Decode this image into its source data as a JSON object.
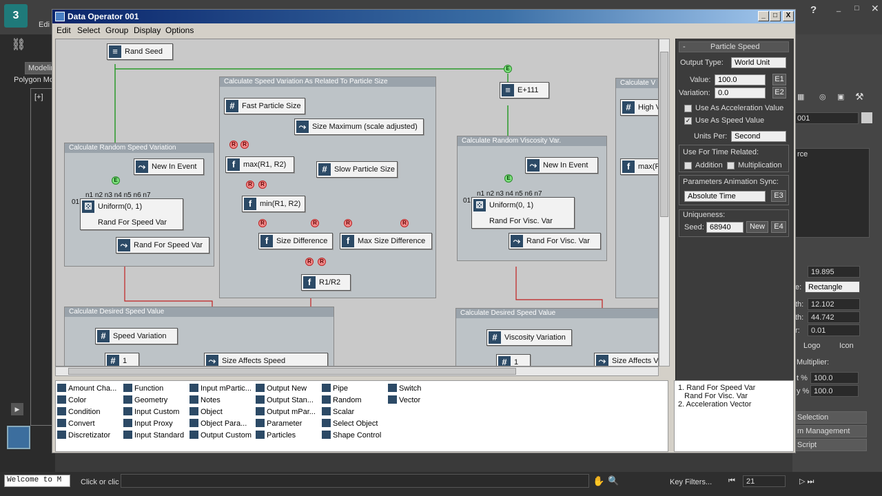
{
  "window": {
    "title": "Data Operator 001",
    "min": "_",
    "max": "□",
    "close": "X"
  },
  "menu": [
    "Edit",
    "Select",
    "Group",
    "Display",
    "Options"
  ],
  "max_bg": {
    "tab1": "Modelin",
    "tab2": "Polygon Mo",
    "viewport_label": "[+]",
    "edit_label": "Edi",
    "welcome": "Welcome to M",
    "click_hint": "Click or clic",
    "key_filters": "Key Filters...",
    "frame": "21",
    "help": "?"
  },
  "right_bg": {
    "name_field": "001",
    "field_a": "19.895",
    "shape_label": "e:",
    "shape": "Rectangle",
    "f1_label": "th:",
    "f1": "12.102",
    "f2_label": "th:",
    "f2": "44.742",
    "f3_label": "r:",
    "f3": "0.01",
    "logo": "Logo",
    "icon": "Icon",
    "multiplier": "Multiplier:",
    "p1_label": "t %",
    "p1": "100.0",
    "p2_label": "y %",
    "p2": "100.0",
    "selection": "Selection",
    "management": "m Management",
    "script": "Script",
    "list_item": "rce"
  },
  "groups": [
    {
      "title": "Calculate Random Speed Variation"
    },
    {
      "title": "Calculate Speed Variation As Related To Particle Size"
    },
    {
      "title": "Calculate Random Viscosity Var."
    },
    {
      "title": "Calculate V"
    },
    {
      "title": "Calculate Desired Speed Value"
    },
    {
      "title": "Calculate Desired Speed Value"
    }
  ],
  "nodes": {
    "rand_seed": "Rand Seed",
    "new_in_event_1": "New In Event",
    "uniform_1": "Uniform(0, 1)",
    "rand_for_speed_inner": "Rand For Speed Var",
    "rand_for_speed_var": "Rand For Speed Var",
    "fast_particle": "Fast Particle Size",
    "size_max": "Size Maximum (scale adjusted)",
    "max_r": "max(R1, R2)",
    "slow_particle": "Slow Particle Size",
    "min_r": "min(R1, R2)",
    "size_diff": "Size Difference",
    "max_size_diff": "Max Size Difference",
    "r1r2": "R1/R2",
    "e111": "E+111",
    "new_in_event_2": "New In Event",
    "uniform_2": "Uniform(0, 1)",
    "rand_for_visc_inner": "Rand For Visc. Var",
    "rand_for_visc": "Rand For Visc. Var",
    "high_v": "High V",
    "max_r_2": "max(R",
    "speed_var": "Speed Variation",
    "one_a": "1",
    "size_affects": "Size Affects Speed",
    "visc_var": "Viscosity Variation",
    "one_b": "1",
    "size_affects_2": "Size Affects V",
    "r_pin": "R",
    "e_pin": "E",
    "ports_label": "n1 n2 n3 n4 n5 n6 n7",
    "row_id": "01"
  },
  "params": {
    "title": "Particle Speed",
    "collapse": "-",
    "output_type_label": "Output Type:",
    "output_type": "World Unit",
    "value_label": "Value:",
    "value": "100.0",
    "variation_label": "Variation:",
    "variation": "0.0",
    "e1": "E1",
    "e2": "E2",
    "e3": "E3",
    "e4": "E4",
    "accel": "Use As Acceleration Value",
    "speed": "Use As Speed Value",
    "units_per_label": "Units Per:",
    "units_per": "Second",
    "time_related": "Use For Time Related:",
    "addition": "Addition",
    "multiplication": "Multiplication",
    "anim_sync": "Parameters Animation Sync:",
    "anim_sync_val": "Absolute Time",
    "uniqueness": "Uniqueness:",
    "seed_label": "Seed:",
    "seed": "68940",
    "new": "New",
    "check": "✓"
  },
  "depot": [
    [
      "Amount Cha...",
      "Color",
      "Condition",
      "Convert",
      "Discretizator"
    ],
    [
      "Function",
      "Geometry",
      "Input Custom",
      "Input Proxy",
      "Input Standard"
    ],
    [
      "Input mPartic...",
      "Notes",
      "Object",
      "Object Para...",
      "Output Custom"
    ],
    [
      "Output New",
      "Output Stan...",
      "Output mPar...",
      "Parameter",
      "Particles"
    ],
    [
      "Pipe",
      "Random",
      "Scalar",
      "Select Object",
      "Shape Control"
    ],
    [
      "Switch",
      "Vector"
    ]
  ],
  "messages": [
    "1. Rand For Speed Var",
    "   Rand For Visc. Var",
    "2. Acceleration Vector"
  ]
}
